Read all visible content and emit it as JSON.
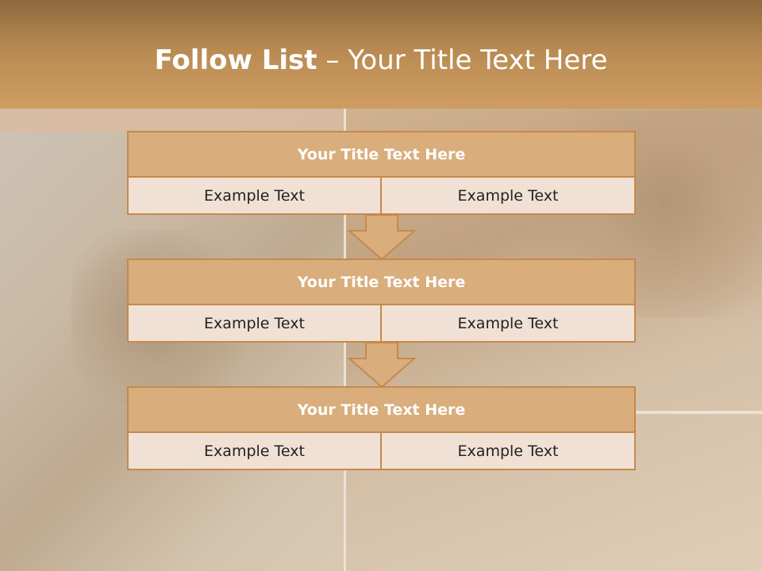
{
  "slide": {
    "title_strong": "Follow List",
    "title_rest": " – Your Title Text Here"
  },
  "blocks": [
    {
      "title": "Your Title Text Here",
      "left": "Example Text",
      "right": "Example Text"
    },
    {
      "title": "Your Title Text Here",
      "left": "Example Text",
      "right": "Example Text"
    },
    {
      "title": "Your Title Text Here",
      "left": "Example Text",
      "right": "Example Text"
    }
  ],
  "colors": {
    "header": "#b88a52",
    "block_title_bg": "#d9ad7c",
    "block_cell_bg": "#f0e1d4",
    "border": "#c6894b"
  }
}
